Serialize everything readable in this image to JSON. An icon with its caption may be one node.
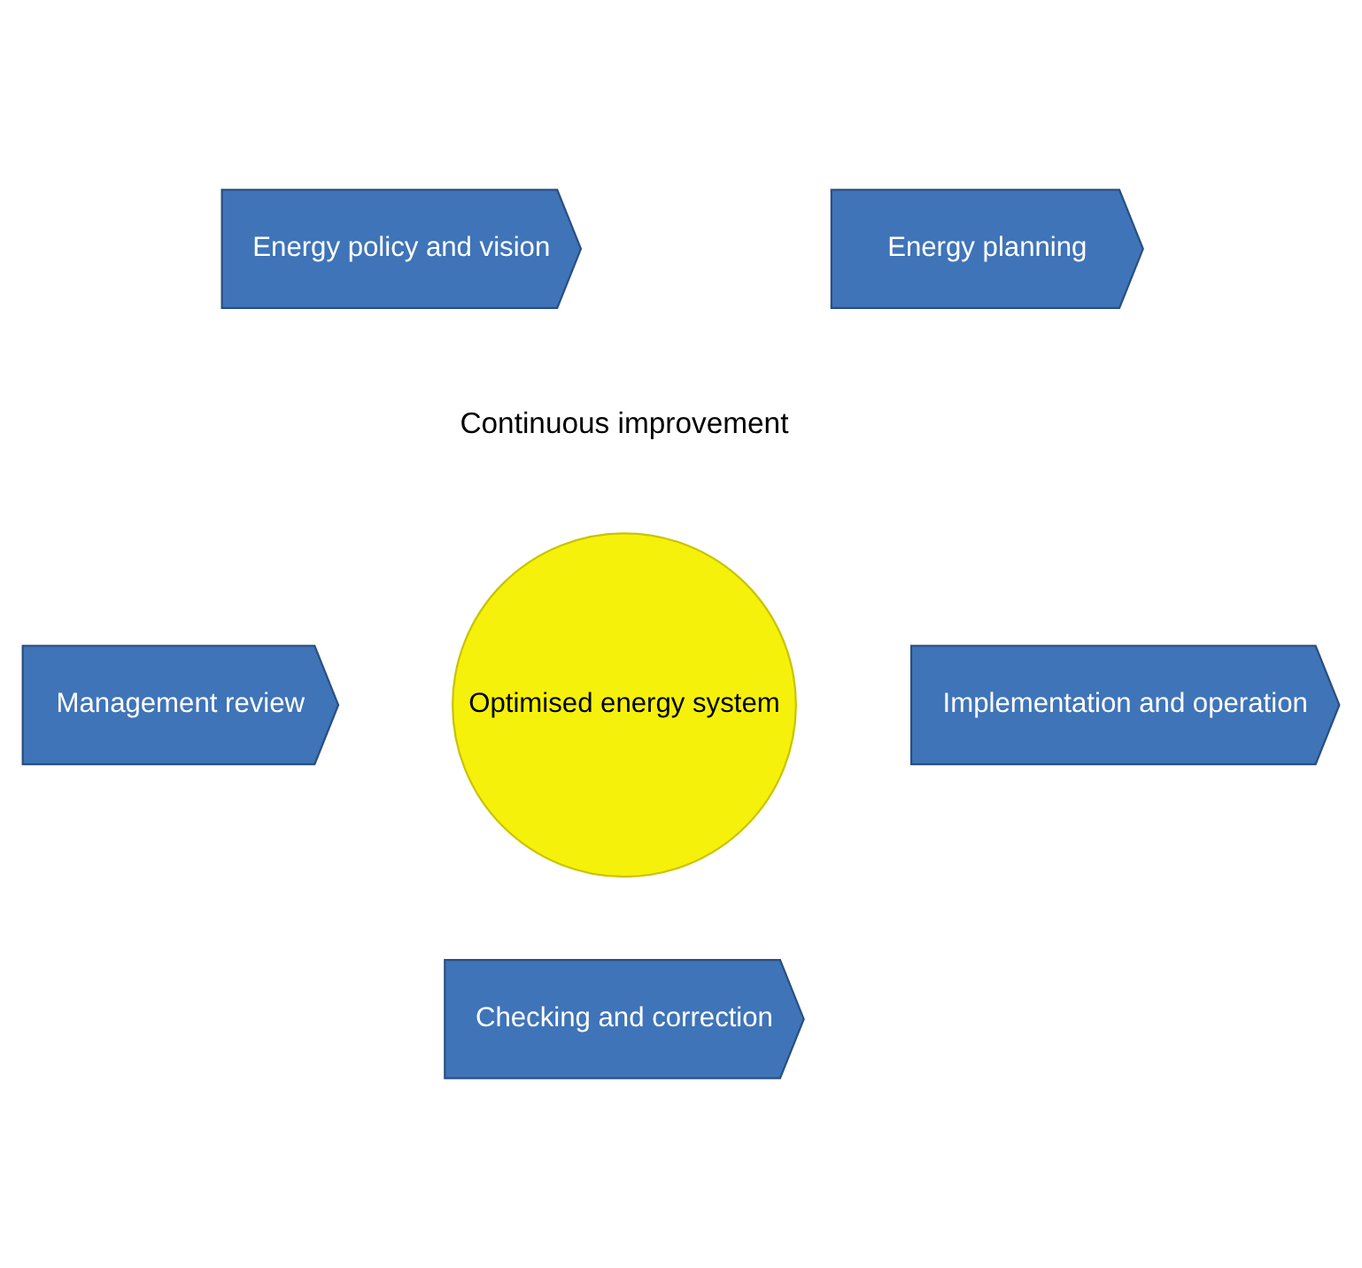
{
  "diagram": {
    "nodes": [
      {
        "text": [
          "Energy policy and vision"
        ]
      },
      {
        "text": [
          "Energy planning"
        ]
      },
      {
        "text": [
          "Implementation and operation"
        ]
      },
      {
        "text": [
          "Checking and correction"
        ]
      },
      {
        "text": [
          "Management review"
        ]
      },
      {
        "text": [
          "Optimised energy system"
        ]
      }
    ],
    "labels": [
      "Continuous improvement"
    ]
  }
}
